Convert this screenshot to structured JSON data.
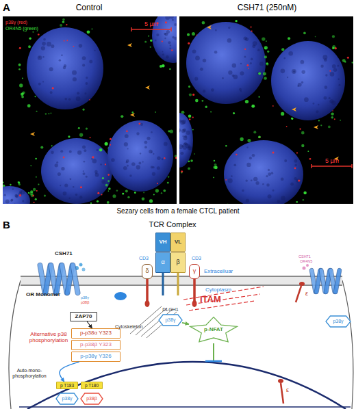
{
  "diagram": {
    "nodes": [
      {
        "text": [
          "VH"
        ]
      },
      {
        "text": [
          "VL"
        ]
      },
      {
        "text": [
          "α"
        ]
      },
      {
        "text": [
          "β"
        ]
      },
      {
        "text": [
          "δ"
        ]
      },
      {
        "text": [
          "γ"
        ]
      },
      {
        "text": [
          "ZAP70"
        ]
      },
      {
        "text": [
          "DLGH1",
          "p38γ"
        ]
      },
      {
        "text": [
          "p-p38α Y323"
        ]
      },
      {
        "text": [
          "p-p38β Y323"
        ]
      },
      {
        "text": [
          "p-p38γ Y326"
        ]
      },
      {
        "text": [
          "p38γ"
        ]
      },
      {
        "text": [
          "p-NFAT"
        ]
      },
      {
        "text": [
          "p T183"
        ]
      },
      {
        "text": [
          "p T180"
        ]
      },
      {
        "text": [
          "p38γ"
        ]
      },
      {
        "text": [
          "p38β"
        ]
      }
    ],
    "edges": [
      {
        "from": 6,
        "to": 8,
        "arrow": "to"
      },
      {
        "from": 10,
        "to": 13,
        "arrow": "to"
      },
      {
        "from": 7,
        "to": 12,
        "arrow": "to"
      }
    ],
    "labels": [
      "A",
      "Control",
      "CSH71 (250nM)",
      "p38γ (red)",
      "OR4N5 (green)",
      "5 µm",
      "5 µm",
      "Sezary cells from a female CTCL patient",
      "B",
      "TCR Complex",
      "CSH71",
      "CD3",
      "CD3",
      "Extracelluar",
      "Cytoplasm",
      "OR Monomer",
      "p38γ",
      "p38β",
      "CSH71",
      "OR4N5",
      "ITAM",
      "Cytoskeleton",
      "Alternative p38 phosphorylation",
      "Auto-mono-phosphorylation",
      "ε",
      "ε"
    ]
  }
}
